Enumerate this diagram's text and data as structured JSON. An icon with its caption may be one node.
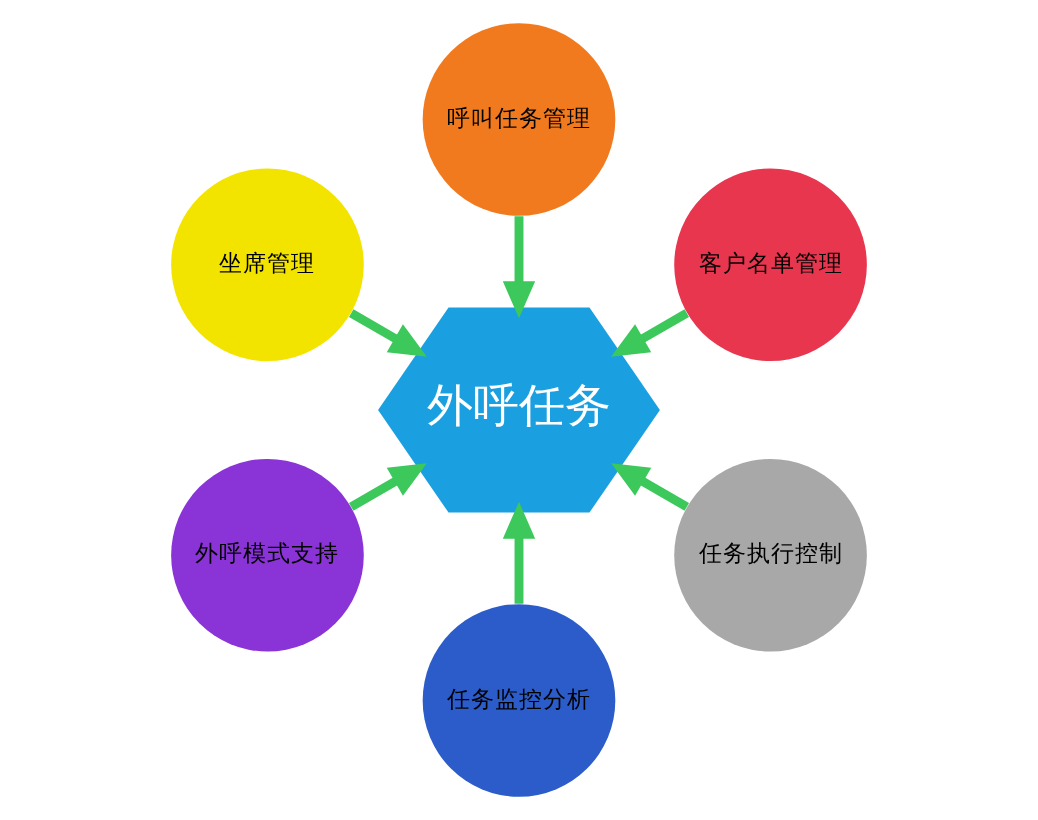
{
  "diagram": {
    "nodes": [
      {
        "text": [
          "外呼任务"
        ]
      },
      {
        "text": [
          "客户名单管理"
        ]
      },
      {
        "text": [
          "呼叫任务管理"
        ]
      },
      {
        "text": [
          "坐席管理"
        ]
      },
      {
        "text": [
          "外呼模式支持"
        ]
      },
      {
        "text": [
          "任务监控分析"
        ]
      },
      {
        "text": [
          "任务执行控制"
        ]
      }
    ],
    "edges": [
      {
        "from": 1,
        "to": 0,
        "arrow": "to"
      },
      {
        "from": 2,
        "to": 0,
        "arrow": "to"
      },
      {
        "from": 3,
        "to": 0,
        "arrow": "to"
      },
      {
        "from": 4,
        "to": 0,
        "arrow": "to"
      },
      {
        "from": 5,
        "to": 0,
        "arrow": "to"
      },
      {
        "from": 6,
        "to": 0,
        "arrow": "to"
      }
    ]
  }
}
